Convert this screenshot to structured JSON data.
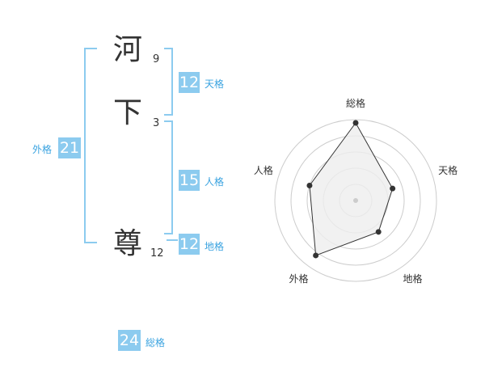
{
  "name": {
    "chars": [
      {
        "char": "河",
        "strokes": "9"
      },
      {
        "char": "下",
        "strokes": "3"
      },
      {
        "char": "尊",
        "strokes": "12"
      }
    ]
  },
  "grades": {
    "tenkaku": {
      "value": "12",
      "label": "天格"
    },
    "jinkaku": {
      "value": "15",
      "label": "人格"
    },
    "chikaku": {
      "value": "12",
      "label": "地格"
    },
    "gaikaku": {
      "value": "21",
      "label": "外格"
    },
    "soukaku": {
      "value": "24",
      "label": "総格"
    }
  },
  "chart_data": {
    "type": "radar",
    "axes": [
      "総格",
      "天格",
      "地格",
      "外格",
      "人格"
    ],
    "values": [
      24,
      12,
      12,
      21,
      15
    ],
    "rings": 5
  },
  "colors": {
    "accent": "#8ccbef",
    "label_blue": "#3aa3e0",
    "radar_fill": "#eeeeee",
    "radar_line": "#333333"
  }
}
